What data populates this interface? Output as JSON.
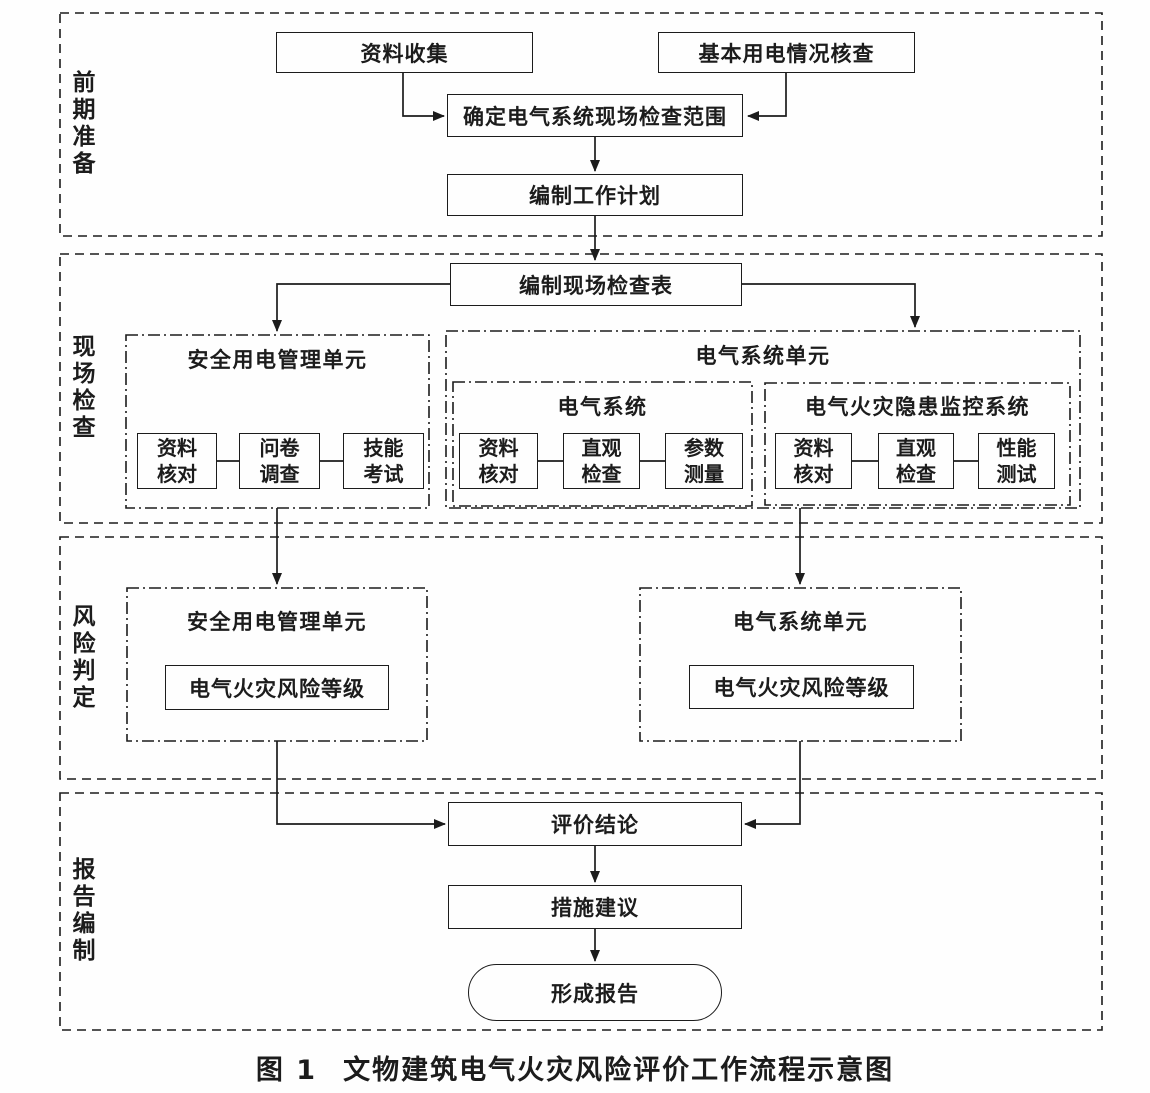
{
  "figure": {
    "caption_number": "图 1",
    "caption_title": "文物建筑电气火灾风险评价工作流程示意图"
  },
  "sections": {
    "prep": {
      "label": "前期准备",
      "nodes": {
        "data_collection": "资料收集",
        "basic_power_check": "基本用电情况核查",
        "define_scope": "确定电气系统现场检查范围",
        "work_plan": "编制工作计划"
      }
    },
    "site_check": {
      "label": "现场检查",
      "checklist": "编制现场检查表",
      "mgmt_unit": {
        "title": "安全用电管理单元",
        "steps": [
          "资料核对",
          "问卷调查",
          "技能考试"
        ]
      },
      "elec_unit": {
        "title": "电气系统单元",
        "elec_system": {
          "title": "电气系统",
          "steps": [
            "资料核对",
            "直观检查",
            "参数测量"
          ]
        },
        "monitor_system": {
          "title": "电气火灾隐患监控系统",
          "steps": [
            "资料核对",
            "直观检查",
            "性能测试"
          ]
        }
      }
    },
    "risk": {
      "label": "风险判定",
      "mgmt_unit": {
        "title": "安全用电管理单元",
        "result": "电气火灾风险等级"
      },
      "elec_unit": {
        "title": "电气系统单元",
        "result": "电气火灾风险等级"
      }
    },
    "report": {
      "label": "报告编制",
      "conclusion": "评价结论",
      "suggestion": "措施建议",
      "final_report": "形成报告"
    }
  },
  "style": {
    "line_color": "#1c1c1c",
    "background": "#fefefe"
  }
}
